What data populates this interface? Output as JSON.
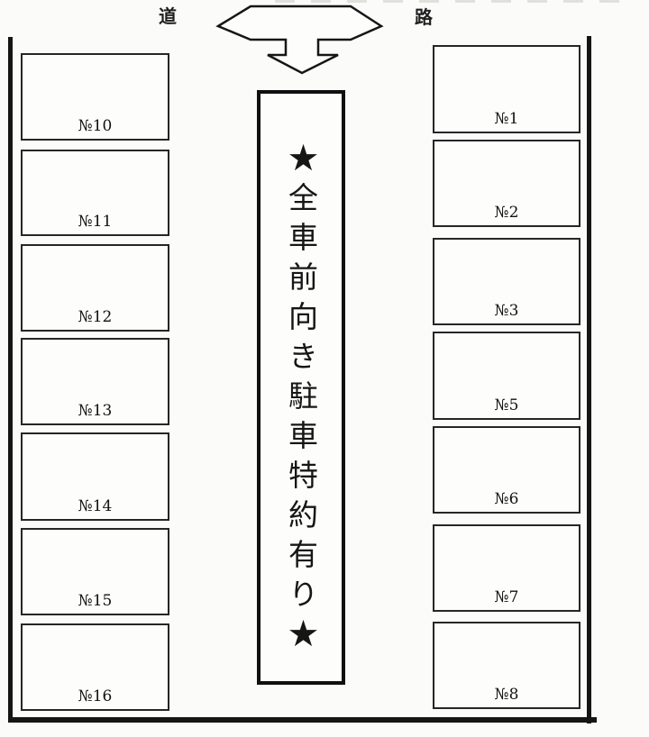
{
  "diagram": {
    "type": "parking-lot-layout",
    "road": {
      "left_label": "道",
      "right_label": "路"
    },
    "icons": {
      "road_arrow": "three-way-arrow-left-right-down"
    },
    "sign": {
      "text": "★全車前向き駐車特約有り★"
    },
    "parking": {
      "left_column": [
        {
          "label": "№10"
        },
        {
          "label": "№11"
        },
        {
          "label": "№12"
        },
        {
          "label": "№13"
        },
        {
          "label": "№14"
        },
        {
          "label": "№15"
        },
        {
          "label": "№16"
        }
      ],
      "right_column": [
        {
          "label": "№1"
        },
        {
          "label": "№2"
        },
        {
          "label": "№3"
        },
        {
          "label": "№5"
        },
        {
          "label": "№6"
        },
        {
          "label": "№7"
        },
        {
          "label": "№8"
        }
      ]
    },
    "colors": {
      "line": "#151515",
      "paper": "#fbfbf9"
    }
  }
}
